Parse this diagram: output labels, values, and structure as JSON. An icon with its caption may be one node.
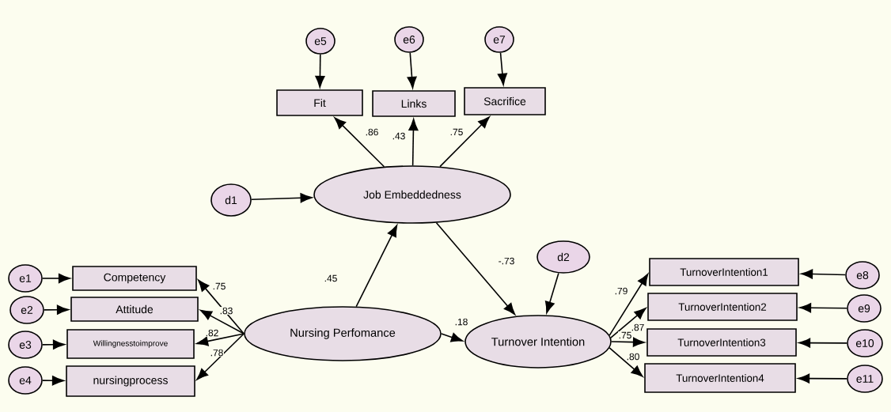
{
  "diagram": {
    "nodes": [
      {
        "text": [
          "e5"
        ]
      },
      {
        "text": [
          "e6"
        ]
      },
      {
        "text": [
          "e7"
        ]
      },
      {
        "text": [
          "Fit"
        ]
      },
      {
        "text": [
          "Links"
        ]
      },
      {
        "text": [
          "Sacrifice"
        ]
      },
      {
        "text": [
          "d1"
        ]
      },
      {
        "text": [
          "Job Embeddedness"
        ]
      },
      {
        "text": [
          "d2"
        ]
      },
      {
        "text": [
          "e1"
        ]
      },
      {
        "text": [
          "Competency"
        ]
      },
      {
        "text": [
          "TurnoverIntention1"
        ]
      },
      {
        "text": [
          "e8"
        ]
      },
      {
        "text": [
          "e2"
        ]
      },
      {
        "text": [
          "Attitude"
        ]
      },
      {
        "text": [
          "TurnoverIntention2"
        ]
      },
      {
        "text": [
          "e9"
        ]
      },
      {
        "text": [
          "Nursing Perfomance"
        ]
      },
      {
        "text": [
          "Turnover Intention"
        ]
      },
      {
        "text": [
          "e3"
        ]
      },
      {
        "text": [
          "Willingnesstoimprove"
        ]
      },
      {
        "text": [
          "TurnoverIntention3"
        ]
      },
      {
        "text": [
          "e10"
        ]
      },
      {
        "text": [
          "e4"
        ]
      },
      {
        "text": [
          "nursingprocess"
        ]
      },
      {
        "text": [
          "TurnoverIntention4"
        ]
      },
      {
        "text": [
          "e11"
        ]
      }
    ],
    "edges": [
      {
        "from": 0,
        "to": 3,
        "arrow": "to"
      },
      {
        "from": 1,
        "to": 4,
        "arrow": "to"
      },
      {
        "from": 2,
        "to": 5,
        "arrow": "to"
      },
      {
        "from": 7,
        "to": 3,
        "arrow": "to",
        "label": ".86"
      },
      {
        "from": 7,
        "to": 4,
        "arrow": "to",
        "label": ".43"
      },
      {
        "from": 7,
        "to": 5,
        "arrow": "to",
        "label": ".75"
      },
      {
        "from": 6,
        "to": 7,
        "arrow": "to"
      },
      {
        "from": 17,
        "to": 7,
        "arrow": "to",
        "label": ".45"
      },
      {
        "from": 7,
        "to": 18,
        "arrow": "to",
        "label": "-.73"
      },
      {
        "from": 8,
        "to": 18,
        "arrow": "to"
      },
      {
        "from": 17,
        "to": 18,
        "arrow": "to",
        "label": ".18"
      },
      {
        "from": 9,
        "to": 10,
        "arrow": "to"
      },
      {
        "from": 13,
        "to": 14,
        "arrow": "to"
      },
      {
        "from": 19,
        "to": 20,
        "arrow": "to"
      },
      {
        "from": 23,
        "to": 24,
        "arrow": "to"
      },
      {
        "from": 17,
        "to": 10,
        "arrow": "to",
        "label": ".75"
      },
      {
        "from": 17,
        "to": 14,
        "arrow": "to",
        "label": ".83"
      },
      {
        "from": 17,
        "to": 20,
        "arrow": "to",
        "label": ".82"
      },
      {
        "from": 17,
        "to": 24,
        "arrow": "to",
        "label": ".78"
      },
      {
        "from": 18,
        "to": 11,
        "arrow": "to",
        "label": ".79"
      },
      {
        "from": 18,
        "to": 15,
        "arrow": "to",
        "label": ".87"
      },
      {
        "from": 18,
        "to": 21,
        "arrow": "to",
        "label": ".75"
      },
      {
        "from": 18,
        "to": 25,
        "arrow": "to",
        "label": ".80"
      },
      {
        "from": 12,
        "to": 11,
        "arrow": "to"
      },
      {
        "from": 16,
        "to": 15,
        "arrow": "to"
      },
      {
        "from": 22,
        "to": 21,
        "arrow": "to"
      },
      {
        "from": 26,
        "to": 25,
        "arrow": "to"
      }
    ]
  }
}
